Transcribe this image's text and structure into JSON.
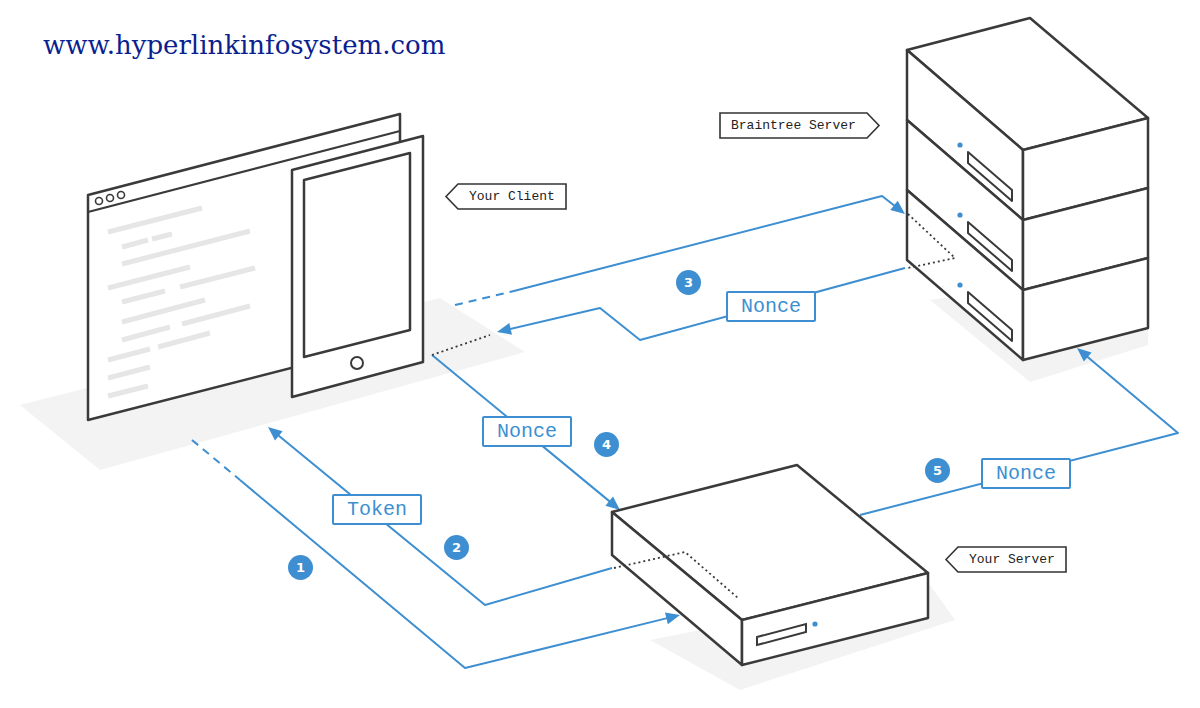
{
  "diagram": {
    "nodes": [
      {
        "text": [
          "Your Client"
        ]
      },
      {
        "text": [
          "Braintree Server"
        ]
      },
      {
        "text": [
          "Your Server"
        ]
      }
    ],
    "edges": [
      {
        "from": 0,
        "to": 2,
        "arrow": "to"
      },
      {
        "from": 2,
        "to": 0,
        "label": "Token",
        "arrow": "to"
      },
      {
        "from": 0,
        "to": 1,
        "arrow": "to"
      },
      {
        "from": 1,
        "to": 0,
        "label": "Nonce",
        "arrow": "to"
      },
      {
        "from": 0,
        "to": 2,
        "label": "Nonce",
        "arrow": "to"
      },
      {
        "from": 2,
        "to": 1,
        "label": "Nonce",
        "arrow": "to"
      }
    ],
    "labels": [
      "www.hyperlinkinfosystem.com",
      "1",
      "2",
      "3",
      "4",
      "5"
    ]
  }
}
